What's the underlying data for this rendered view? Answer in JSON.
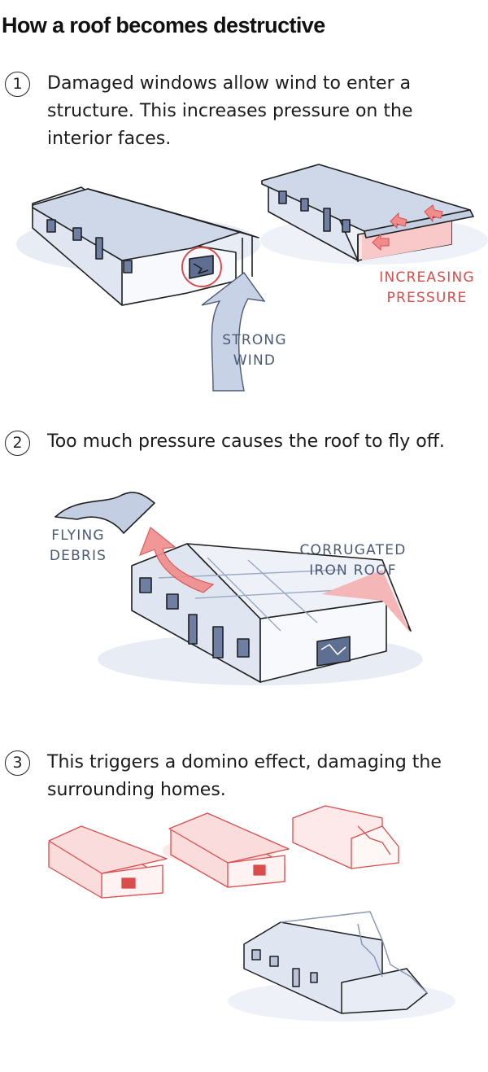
{
  "title": "How a roof becomes destructive",
  "steps": [
    {
      "number": "1",
      "text": "Damaged windows allow wind to enter a structure. This increases pressure on the interior faces."
    },
    {
      "number": "2",
      "text": "Too much pressure causes the roof to fly off."
    },
    {
      "number": "3",
      "text": "This triggers a domino effect, damaging the surrounding homes."
    }
  ],
  "labels": {
    "increasing_pressure": "INCREASING\nPRESSURE",
    "strong_wind": "STRONG\nWIND",
    "flying_debris": "FLYING\nDEBRIS",
    "corrugated_roof": "CORRUGATED\nIRON ROOF"
  },
  "colors": {
    "ink": "#1b1b1b",
    "accent_red": "#d94d4d",
    "slate": "#4b5a74",
    "house_fill": "#dfe6f1"
  }
}
